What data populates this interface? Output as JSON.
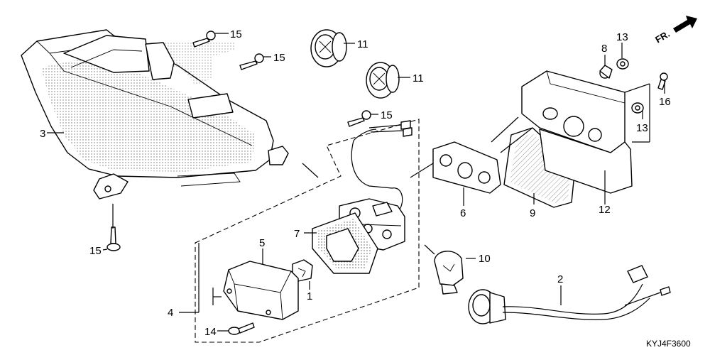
{
  "direction_label": "FR.",
  "diagram_code": "KYJ4F3600",
  "callouts": {
    "c15_top": "15",
    "c15_mid": "15",
    "c15_right": "15",
    "c15_bottom": "15",
    "c11_top": "11",
    "c11_mid": "11",
    "c3": "3",
    "c4": "4",
    "c5": "5",
    "c1": "1",
    "c7": "7",
    "c14": "14",
    "c6": "6",
    "c9": "9",
    "c12": "12",
    "c8": "8",
    "c13_top": "13",
    "c13_mid": "13",
    "c16": "16",
    "c10": "10",
    "c2": "2"
  }
}
